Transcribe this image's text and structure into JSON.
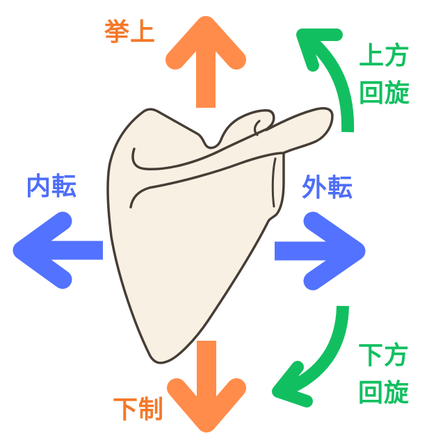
{
  "diagram": {
    "subject": "scapula",
    "labels": {
      "elevation": "挙上",
      "depression": "下制",
      "adduction": "内転",
      "abduction": "外転",
      "upward_rotation": {
        "line1": "上方",
        "line2": "回旋"
      },
      "downward_rotation": {
        "line1": "下方",
        "line2": "回旋"
      }
    },
    "arrows": [
      {
        "name": "elevation-arrow",
        "direction": "up",
        "shape": "straight",
        "color": "#FF8C4A"
      },
      {
        "name": "depression-arrow",
        "direction": "down",
        "shape": "straight",
        "color": "#FF8C4A"
      },
      {
        "name": "adduction-arrow",
        "direction": "left",
        "shape": "straight",
        "color": "#5272FF"
      },
      {
        "name": "abduction-arrow",
        "direction": "right",
        "shape": "straight",
        "color": "#5272FF"
      },
      {
        "name": "upward-rotation-arrow",
        "direction": "up-left",
        "shape": "curved",
        "color": "#12BF60"
      },
      {
        "name": "downward-rotation-arrow",
        "direction": "down-left",
        "shape": "curved",
        "color": "#12BF60"
      }
    ],
    "colors": {
      "elevation_depression_arrow": "#FF8C4A",
      "elevation_depression_text": "#F5782A",
      "adduction_abduction": "#5272FF",
      "rotation": "#12BF60",
      "bone_fill": "#F8F0E3",
      "bone_outline": "#463D36",
      "background": "#FFFFFF"
    }
  }
}
